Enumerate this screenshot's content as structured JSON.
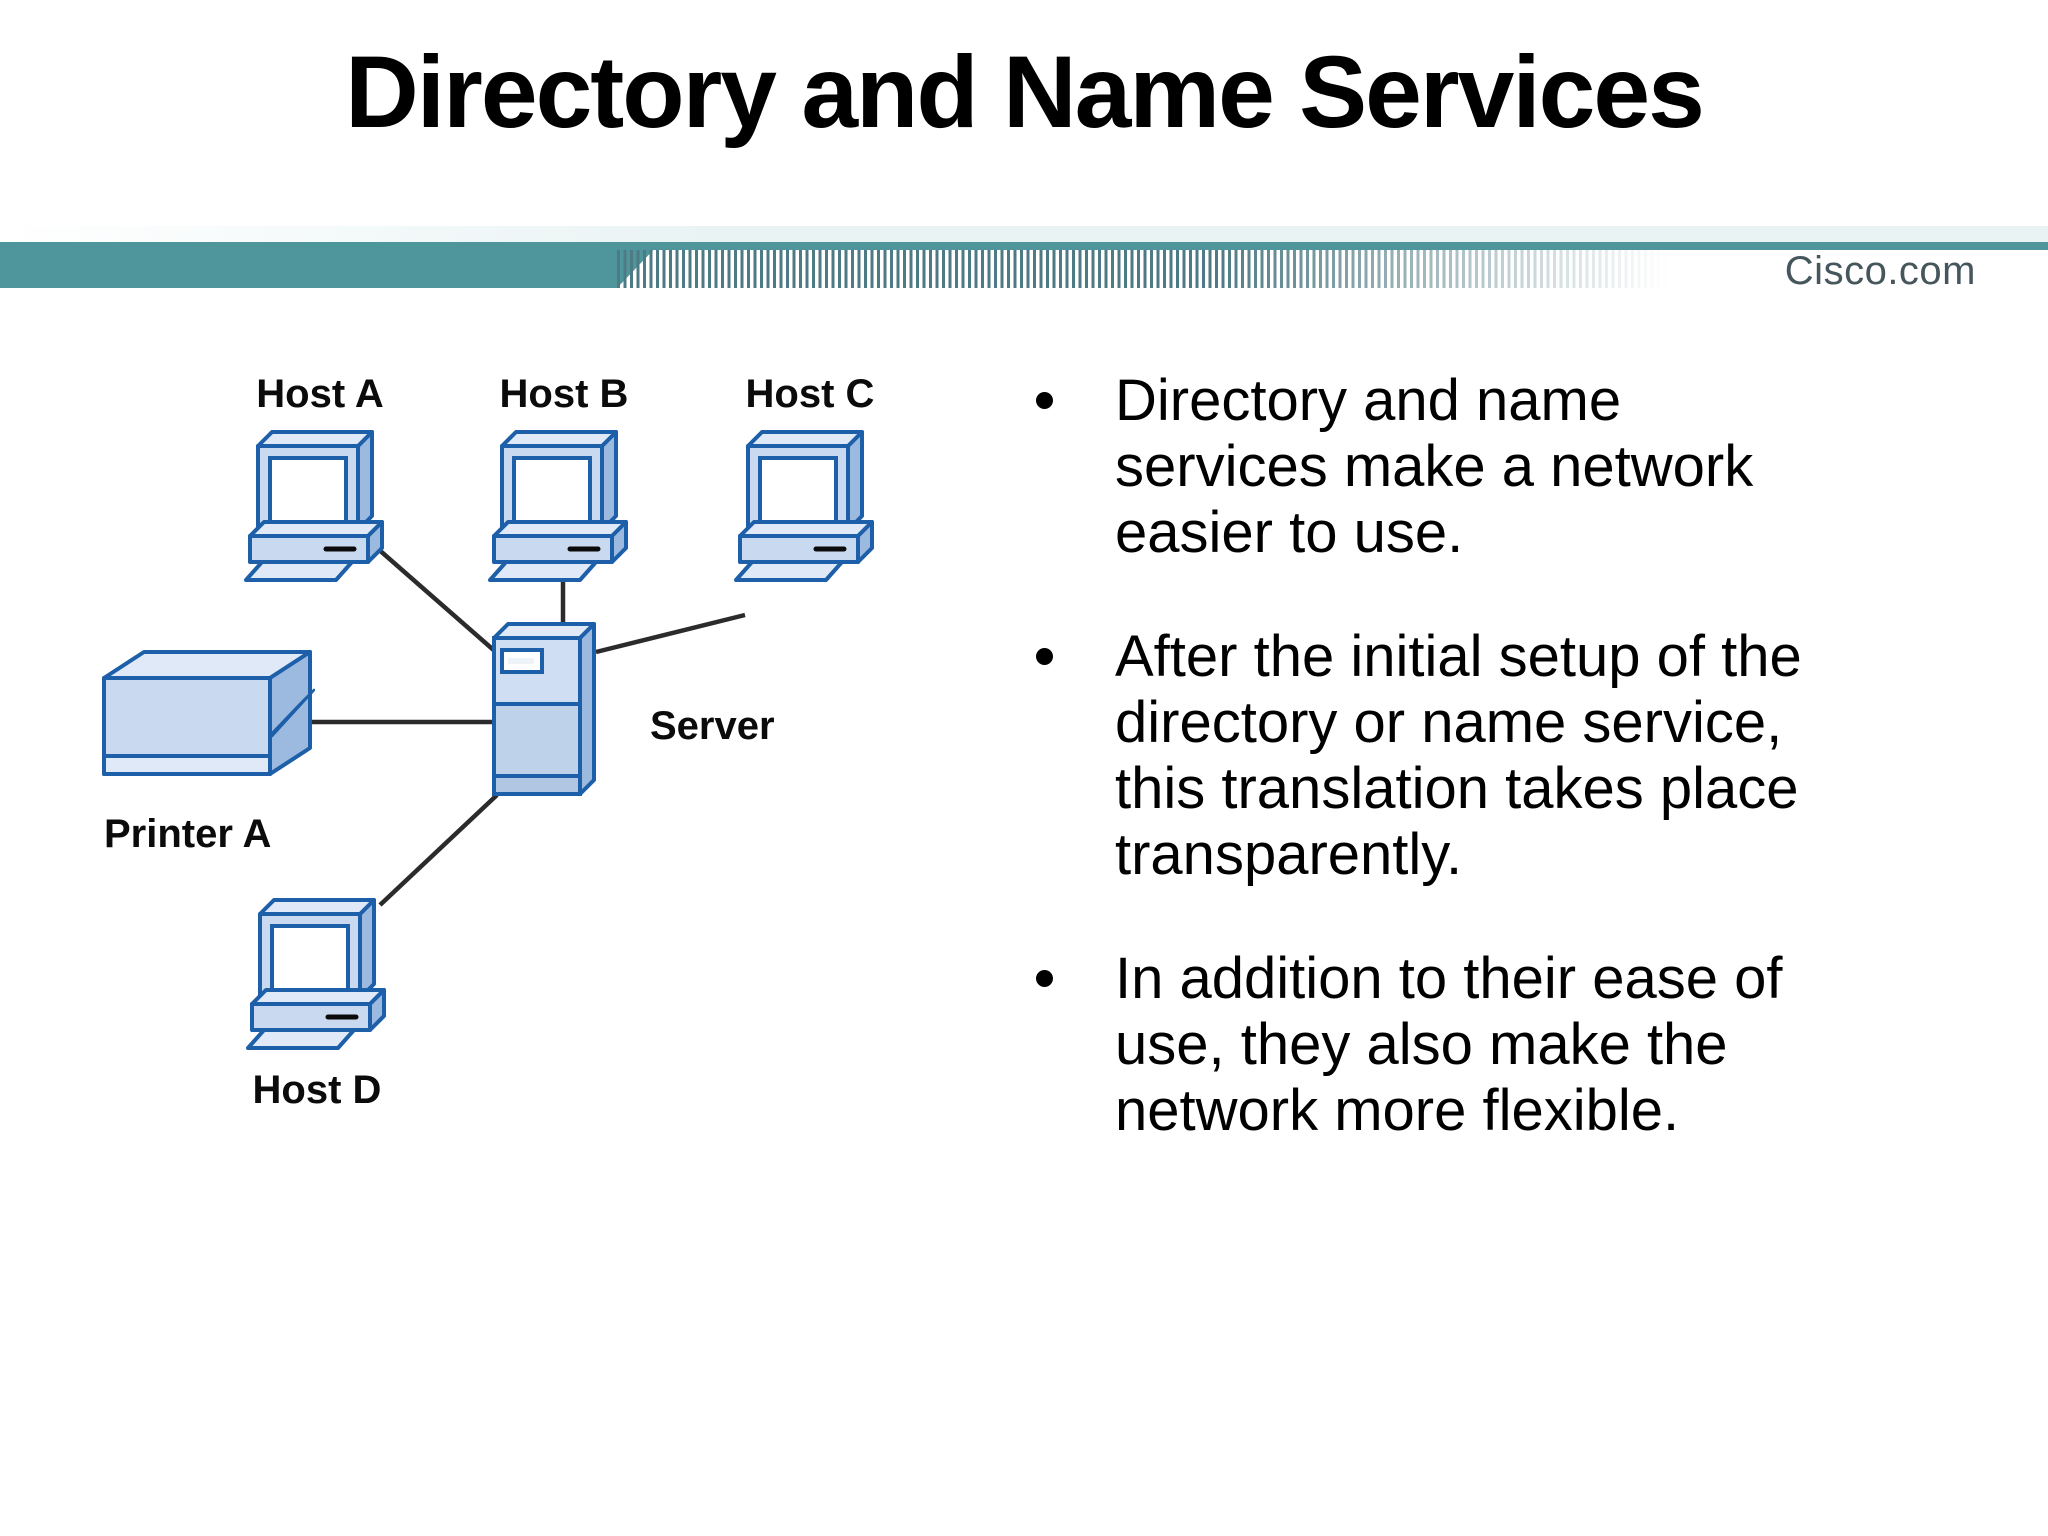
{
  "slide": {
    "title": "Directory and Name Services",
    "brand": "Cisco.com"
  },
  "colors": {
    "band_teal": "#4f969c",
    "band_stripe": "#4e7a83",
    "band_pale": "#e9f3f4",
    "icon_fill": "#c9daf0",
    "icon_fill_light": "#dfe9f7",
    "icon_side": "#9cb9e0",
    "icon_outline": "#1d5fa8",
    "connector": "#2b2b2b",
    "brand_text": "#45565c",
    "title_text": "#000000"
  },
  "diagram": {
    "nodes": [
      {
        "id": "host-a",
        "label": "Host A",
        "type": "computer"
      },
      {
        "id": "host-b",
        "label": "Host B",
        "type": "computer"
      },
      {
        "id": "host-c",
        "label": "Host C",
        "type": "computer"
      },
      {
        "id": "server",
        "label": "Server",
        "type": "server-tower"
      },
      {
        "id": "printer-a",
        "label": "Printer A",
        "type": "printer"
      },
      {
        "id": "host-d",
        "label": "Host D",
        "type": "computer"
      }
    ],
    "connections": [
      {
        "from": "host-a",
        "to": "server"
      },
      {
        "from": "host-b",
        "to": "server"
      },
      {
        "from": "host-c",
        "to": "server"
      },
      {
        "from": "printer-a",
        "to": "server"
      },
      {
        "from": "host-d",
        "to": "server"
      }
    ]
  },
  "bullets": [
    {
      "text": "Directory and name\nservices make a network\neasier to use."
    },
    {
      "text": "After the initial setup of the\ndirectory or name service,\nthis translation takes place\ntransparently."
    },
    {
      "text": "In addition to their ease of\nuse, they also make the\nnetwork more flexible."
    }
  ]
}
